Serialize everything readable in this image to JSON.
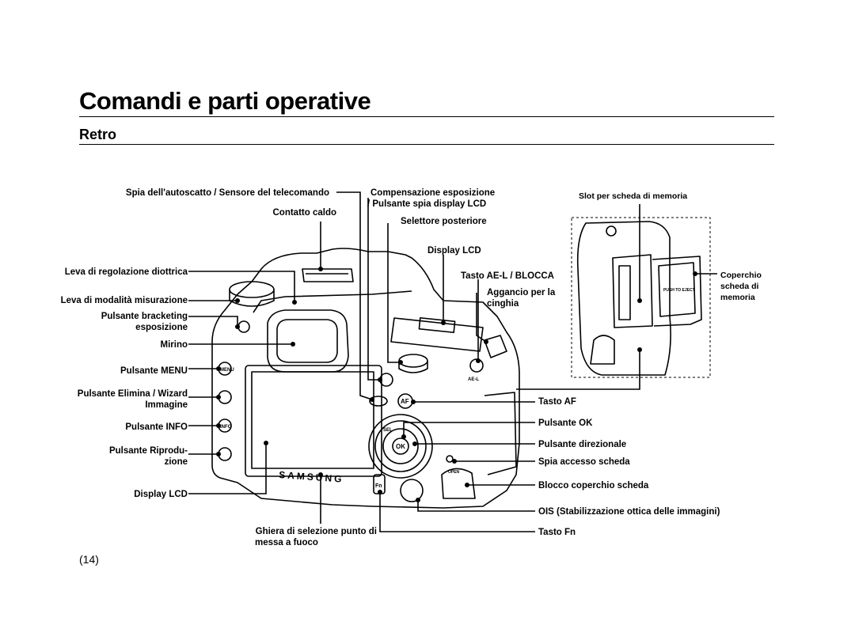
{
  "page": {
    "title": "Comandi e parti operative",
    "subtitle": "Retro",
    "page_number": "(14)"
  },
  "labels": {
    "spia_autoscatto": "Spia dell'autoscatto / Sensore del telecomando",
    "contatto_caldo": "Contatto caldo",
    "compensazione_1": "Compensazione esposizione",
    "compensazione_2": "/ Pulsante spia display LCD",
    "selettore_posteriore": "Selettore posteriore",
    "display_lcd_top": "Display LCD",
    "tasto_ael": "Tasto AE-L / BLOCCA",
    "aggancio_1": "Aggancio per la",
    "aggancio_2": "cinghia",
    "leva_diottrica": "Leva di regolazione diottrica",
    "leva_misurazione": "Leva di modalità misurazione",
    "bracketing_1": "Pulsante bracketing",
    "bracketing_2": "esposizione",
    "mirino": "Mirino",
    "pulsante_menu": "Pulsante MENU",
    "elimina_1": "Pulsante Elimina / Wizard",
    "elimina_2": "Immagine",
    "pulsante_info": "Pulsante INFO",
    "riproduzione_1": "Pulsante Riprodu-",
    "riproduzione_2": "zione",
    "display_lcd_bottom": "Display LCD",
    "ghiera_1": "Ghiera di selezione punto di",
    "ghiera_2": "messa a fuoco",
    "tasto_af": "Tasto AF",
    "pulsante_ok": "Pulsante OK",
    "pulsante_direzionale": "Pulsante direzionale",
    "spia_accesso": "Spia accesso scheda",
    "blocco_coperchio": "Blocco coperchio scheda",
    "ois": "OIS (Stabilizzazione ottica delle immagini)",
    "tasto_fn": "Tasto Fn",
    "slot_scheda": "Slot per scheda di memoria",
    "coperchio_1": "Coperchio",
    "coperchio_2": "scheda di",
    "coperchio_3": "memoria"
  },
  "camera_markings": {
    "brand": "SAMSUNG",
    "menu": "MENU",
    "info": "INFO",
    "ok": "OK",
    "sel": "SEL",
    "af": "AF",
    "fn": "Fn",
    "ael": "AE-L",
    "push_eject": "PUSH TO EJECT",
    "open": "OPEN"
  }
}
